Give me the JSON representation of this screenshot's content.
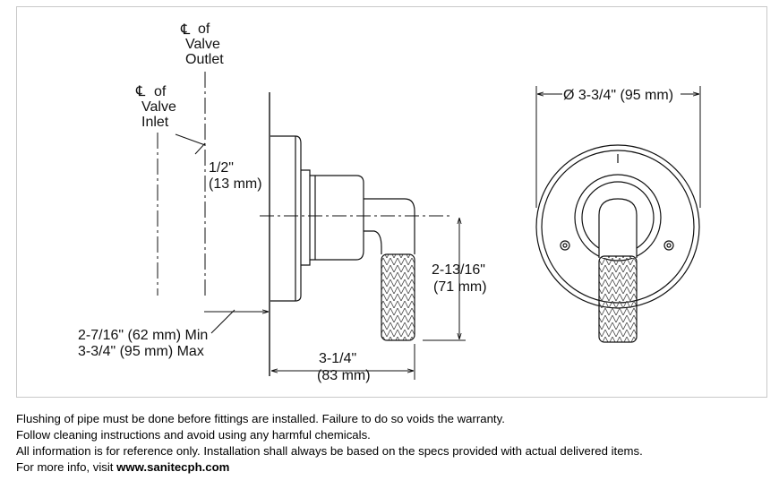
{
  "labels": {
    "cl_outlet": [
      "of",
      "Valve",
      "Outlet"
    ],
    "cl_inlet": [
      "of",
      "Valve",
      "Inlet"
    ],
    "offset_a": "1/2\"",
    "offset_b": "(13 mm)",
    "depth_a": "2-7/16\" (62 mm) Min",
    "depth_b": "3-3/4\" (95 mm) Max",
    "height_a": "2-13/16\"",
    "height_b": "(71 mm)",
    "proj_a": "3-1/4\"",
    "proj_b": "(83 mm)",
    "diameter": "Ø 3-3/4\" (95 mm)"
  },
  "notes": {
    "line1": "Flushing of pipe must be done before fittings are installed. Failure to do so voids the warranty.",
    "line2": "Follow cleaning instructions and avoid using any harmful chemicals.",
    "line3": "All information is for reference only. Installation shall always be based on the specs provided with actual delivered items.",
    "line4_prefix": "For more info, visit ",
    "line4_link": "www.sanitecph.com"
  }
}
